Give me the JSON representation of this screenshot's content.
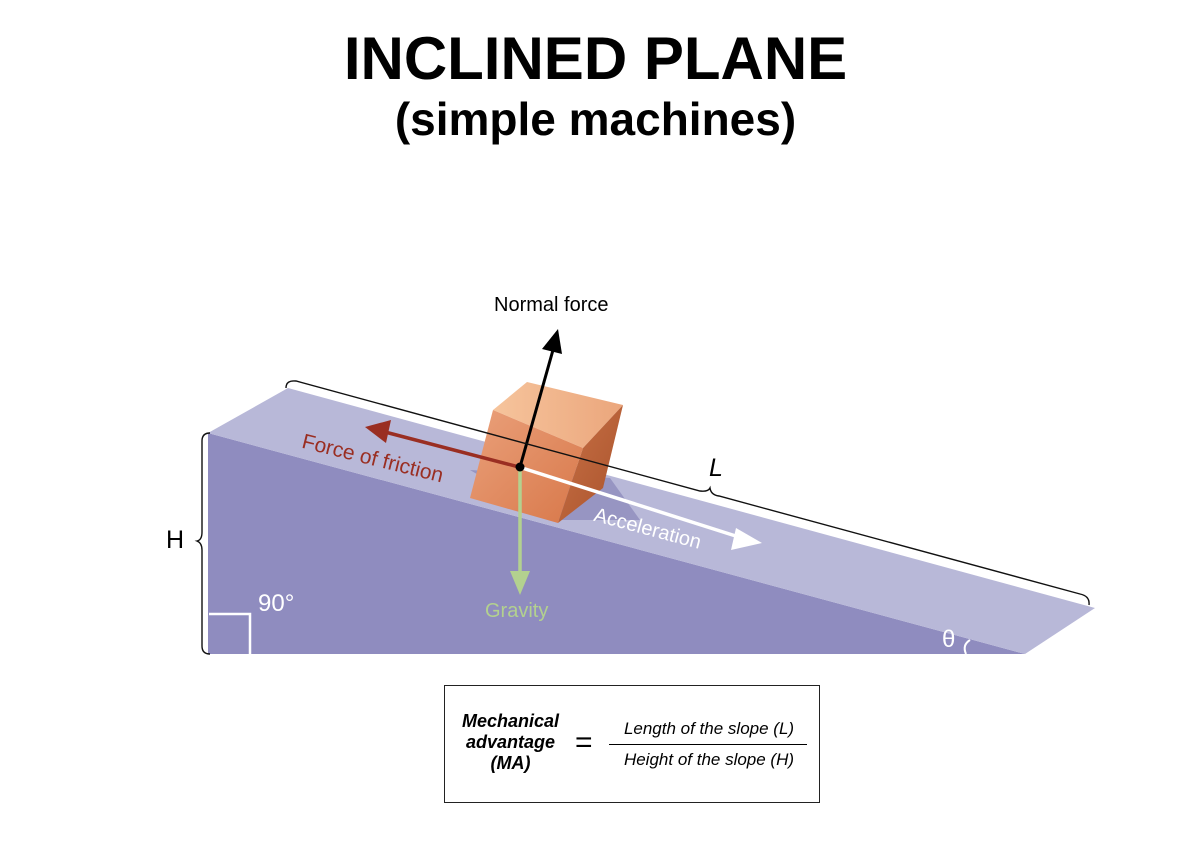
{
  "title": "INCLINED PLANE",
  "subtitle": "(simple machines)",
  "labels": {
    "normal_force": "Normal force",
    "friction": "Force of friction",
    "acceleration": "Acceleration",
    "gravity": "Gravity",
    "length": "L",
    "height": "H",
    "right_angle": "90°",
    "angle": "θ"
  },
  "formula": {
    "lhs": [
      "Mechanical",
      "advantage",
      "(MA)"
    ],
    "equals": "=",
    "numerator": "Length of the slope (L)",
    "denominator": "Height of  the slope (H)"
  },
  "colors": {
    "ramp_side": "#8f8cbf",
    "ramp_top": "#b8b8d8",
    "friction_arrow": "#9a2e22",
    "gravity_arrow": "#b3d18f",
    "acceleration_arrow": "#ffffff",
    "normal_arrow": "#000000",
    "block_front": "#e8966a",
    "block_top": "#f2b68a",
    "block_side": "#c46a3f"
  }
}
